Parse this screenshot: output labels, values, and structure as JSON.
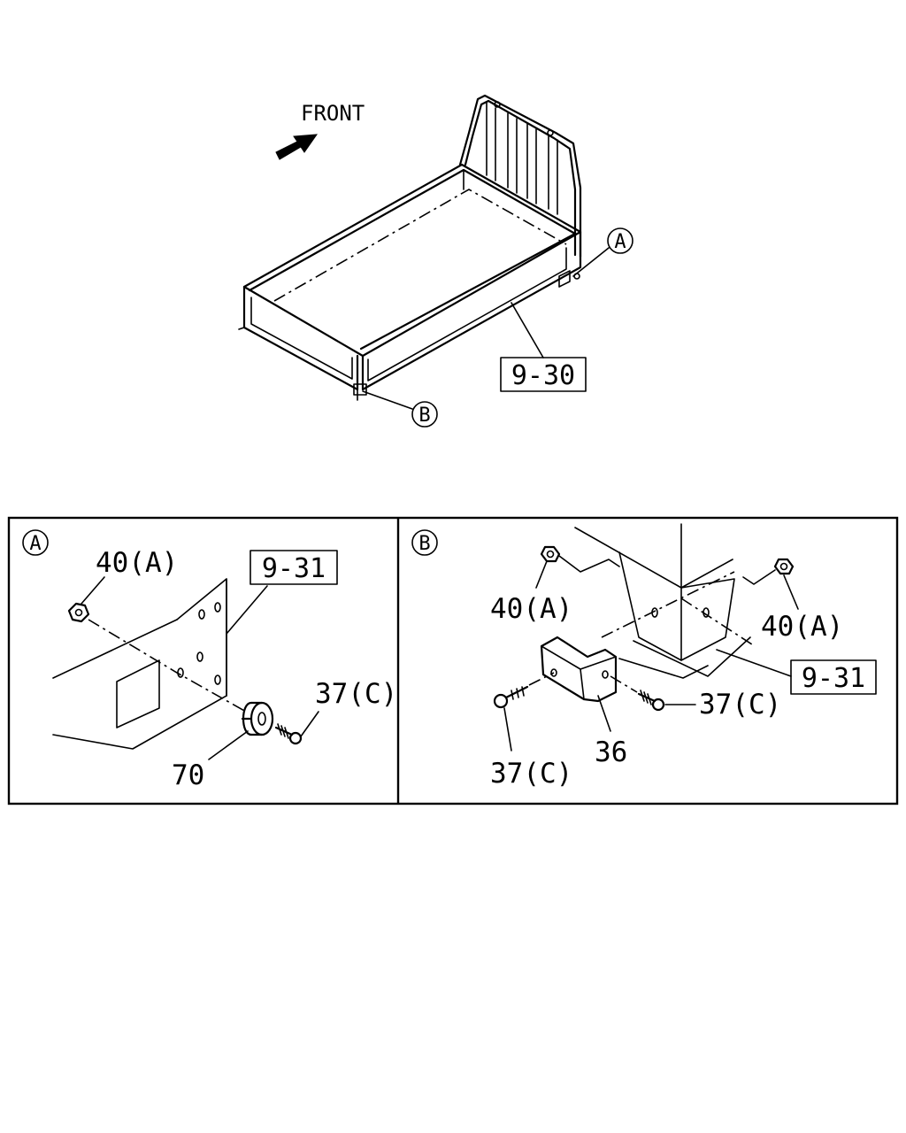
{
  "overview": {
    "front_label": "FRONT",
    "callout_a": "A",
    "callout_b": "B",
    "ref_body": "9-30"
  },
  "detail_a": {
    "callout": "A",
    "nut_label": "40(A)",
    "ref_frame": "9-31",
    "spacer_label": "70",
    "bolt_label": "37(C)"
  },
  "detail_b": {
    "callout": "B",
    "nut_left_label": "40(A)",
    "nut_right_label": "40(A)",
    "ref_frame": "9-31",
    "bolt_right_label": "37(C)",
    "bolt_left_label": "37(C)",
    "bracket_label": "36"
  }
}
